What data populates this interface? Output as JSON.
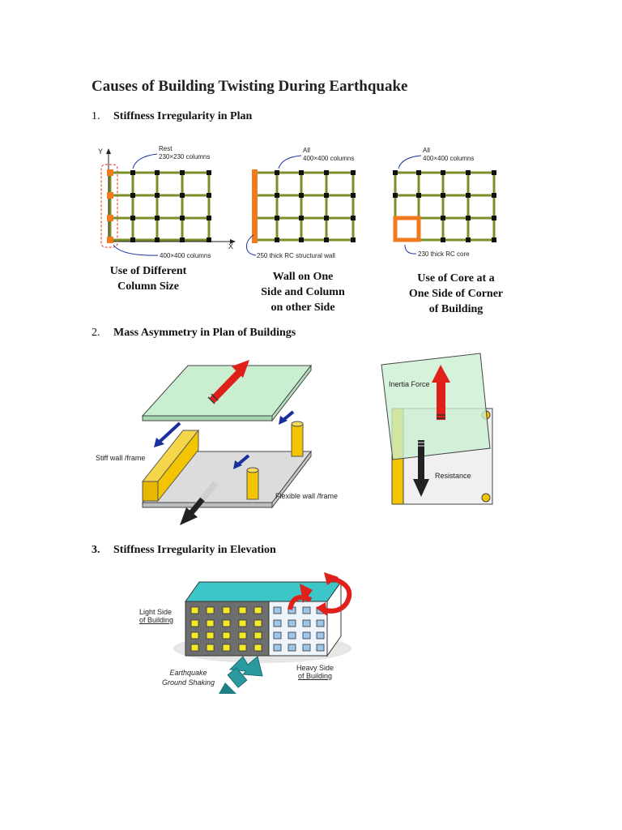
{
  "document": {
    "title": "Causes of Building Twisting During Earthquake",
    "sections": [
      {
        "number": "1.",
        "heading": "Stiffness Irregularity in Plan"
      },
      {
        "number": "2.",
        "heading": "Mass Asymmetry in Plan of Buildings"
      },
      {
        "number": "3.",
        "heading": "Stiffness Irregularity in Elevation"
      }
    ]
  },
  "figure1": {
    "plan1": {
      "axis_y": "Y",
      "axis_x": "X",
      "note_top_1": "Rest",
      "note_top_2": "230×230 columns",
      "note_bottom": "400×400 columns",
      "caption_1": "Use of Different",
      "caption_2": "Column Size"
    },
    "plan2": {
      "note_top_1": "All",
      "note_top_2": "400×400 columns",
      "note_bottom": "250 thick RC structural wall",
      "caption_1": "Wall on One",
      "caption_2": "Side and Column",
      "caption_3": "on other Side"
    },
    "plan3": {
      "note_top_1": "All",
      "note_top_2": "400×400 columns",
      "note_bottom": "230 thick RC core",
      "caption_1": "Use of Core at a",
      "caption_2": "One Side of Corner",
      "caption_3": "of Building"
    }
  },
  "figure2": {
    "stiff_wall": "Stiff wall /frame",
    "flexible_wall": "Flexible wall /frame",
    "inertia_force": "Inertia Force",
    "resistance": "Resistance"
  },
  "figure3": {
    "light_side_1": "Light Side",
    "light_side_2": "of Building",
    "heavy_side_1": "Heavy Side",
    "heavy_side_2": "of Building",
    "shaking_1": "Earthquake",
    "shaking_2": "Ground Shaking"
  },
  "colors": {
    "orange": "#f07a1e",
    "grid_green": "#7a8f2a",
    "slab_green": "#c9efd0",
    "wall_yellow": "#f2c500",
    "arrow_red": "#e0201b",
    "arrow_blue": "#1a2f9e",
    "roof_teal": "#3cc6c8",
    "heavy_blue": "#9cc6ea"
  }
}
